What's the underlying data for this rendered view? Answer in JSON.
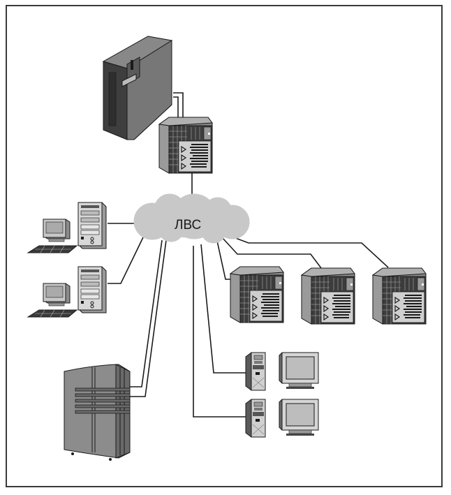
{
  "diagram": {
    "title": "",
    "network_label": "ЛВС",
    "colors": {
      "background": "#ffffff",
      "frame": "#3a3a3a",
      "cloud": "#c8c8c8",
      "device_dark": "#505050",
      "device_mid": "#8c8c8c",
      "device_light": "#c4c4c4",
      "line": "#1a1a1a"
    },
    "nodes": [
      {
        "id": "tower-server",
        "type": "tower-server"
      },
      {
        "id": "rack-server-top",
        "type": "rack-server"
      },
      {
        "id": "lan-cloud",
        "type": "network-cloud",
        "label": "ЛВС"
      },
      {
        "id": "workstation-1",
        "type": "desktop-workstation"
      },
      {
        "id": "workstation-2",
        "type": "desktop-workstation"
      },
      {
        "id": "rack-server-1",
        "type": "rack-server"
      },
      {
        "id": "rack-server-2",
        "type": "rack-server"
      },
      {
        "id": "rack-server-3",
        "type": "rack-server"
      },
      {
        "id": "mainframe",
        "type": "mainframe"
      },
      {
        "id": "pc-1",
        "type": "minitower-pc-with-monitor"
      },
      {
        "id": "pc-2",
        "type": "minitower-pc-with-monitor"
      }
    ],
    "edges": [
      {
        "from": "tower-server",
        "to": "rack-server-top",
        "style": "double"
      },
      {
        "from": "rack-server-top",
        "to": "lan-cloud",
        "style": "single"
      },
      {
        "from": "workstation-1",
        "to": "lan-cloud",
        "style": "single"
      },
      {
        "from": "workstation-2",
        "to": "lan-cloud",
        "style": "single"
      },
      {
        "from": "mainframe",
        "to": "lan-cloud",
        "style": "double"
      },
      {
        "from": "lan-cloud",
        "to": "rack-server-1",
        "style": "single"
      },
      {
        "from": "lan-cloud",
        "to": "rack-server-2",
        "style": "single"
      },
      {
        "from": "lan-cloud",
        "to": "rack-server-3",
        "style": "single"
      },
      {
        "from": "lan-cloud",
        "to": "pc-1",
        "style": "single"
      },
      {
        "from": "lan-cloud",
        "to": "pc-2",
        "style": "single"
      }
    ]
  }
}
